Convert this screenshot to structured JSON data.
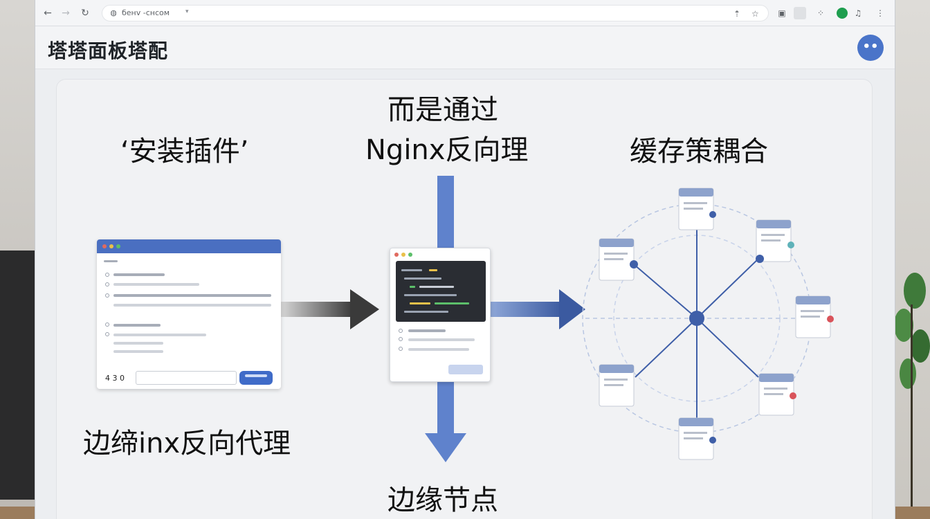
{
  "browser": {
    "url_text": "бенv -снсом",
    "back_icon": "arrow-left-icon",
    "forward_icon": "arrow-right-icon",
    "reload_icon": "reload-icon"
  },
  "header": {
    "title": "塔塔面板塔配",
    "avatar_text": "••"
  },
  "diagram": {
    "heading_install": "‘安装插件’",
    "heading_middle_line1": "而是通过",
    "heading_middle_line2": "Nginx反向理",
    "heading_cache": "缓存策耦合",
    "caption_left": "边缔inx反向代理",
    "caption_edge": "边缘节点",
    "card_left_number": "4 3 0"
  },
  "colors": {
    "accent_blue": "#4a6fc1",
    "arrow_dark": "#3a3a3a",
    "node_red": "#d9535a",
    "node_teal": "#5fb2b9"
  }
}
